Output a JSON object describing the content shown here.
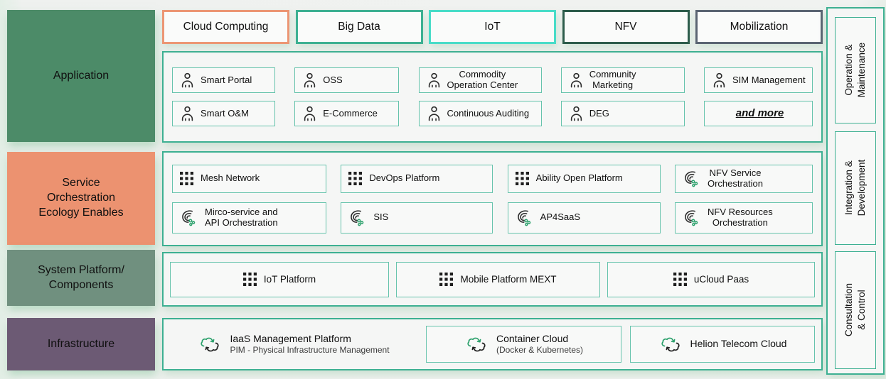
{
  "palette": {
    "row_border": "#3db092",
    "item_border": "#66c3ac",
    "glow": "#96c8a5",
    "application_bg": "#4c8b68",
    "orchestration_bg": "#ec9270",
    "system_bg": "#70907f",
    "infrastructure_bg": "#6c5a74",
    "chip_cloud_computing": "#ec9674",
    "chip_big_data": "#3db092",
    "chip_iot": "#48dcc8",
    "chip_nfv": "#2d5c4b",
    "chip_mobilization": "#5a6472",
    "icon_green": "#2aa06b",
    "icon_dark": "#2b2b2b"
  },
  "top_categories": [
    {
      "label": "Cloud Computing"
    },
    {
      "label": "Big Data"
    },
    {
      "label": "IoT"
    },
    {
      "label": "NFV"
    },
    {
      "label": "Mobilization"
    }
  ],
  "left_labels": [
    {
      "label": "Application"
    },
    {
      "label": "Service\nOrchestration\nEcology Enables"
    },
    {
      "label": "System Platform/\nComponents"
    },
    {
      "label": "Infrastructure"
    }
  ],
  "application": {
    "items": [
      {
        "label": "Smart Portal",
        "icon": "person"
      },
      {
        "label": "OSS",
        "icon": "person"
      },
      {
        "label": "Commodity\nOperation Center",
        "icon": "person"
      },
      {
        "label": "Community\nMarketing",
        "icon": "person"
      },
      {
        "label": "SIM Management",
        "icon": "person"
      },
      {
        "label": "Smart O&M",
        "icon": "person"
      },
      {
        "label": "E-Commerce",
        "icon": "person"
      },
      {
        "label": "Continuous Auditing",
        "icon": "person"
      },
      {
        "label": "DEG",
        "icon": "person"
      },
      {
        "label": "and more",
        "icon": null
      }
    ]
  },
  "orchestration": {
    "items": [
      {
        "label": "Mesh Network",
        "icon": "grid"
      },
      {
        "label": "DevOps Platform",
        "icon": "grid"
      },
      {
        "label": "Ability Open Platform",
        "icon": "grid"
      },
      {
        "label": "NFV Service\nOrchestration",
        "icon": "swirl"
      },
      {
        "label": "Mirco-service and\nAPI Orchestration",
        "icon": "swirl"
      },
      {
        "label": "SIS",
        "icon": "swirl"
      },
      {
        "label": "AP4SaaS",
        "icon": "swirl"
      },
      {
        "label": "NFV Resources\nOrchestration",
        "icon": "swirl"
      }
    ]
  },
  "system_platform": {
    "items": [
      {
        "label": "IoT Platform",
        "icon": "grid"
      },
      {
        "label": "Mobile Platform MEXT",
        "icon": "grid"
      },
      {
        "label": "uCloud Paas",
        "icon": "grid"
      }
    ]
  },
  "infrastructure": {
    "items": [
      {
        "title": "IaaS Management Platform",
        "subtitle": "PIM - Physical Infrastructure Management",
        "icon": "cloud-sync"
      },
      {
        "title": "Container Cloud",
        "subtitle": "(Docker & Kubernetes)",
        "icon": "cloud-sync"
      },
      {
        "title": "Helion Telecom Cloud",
        "subtitle": "",
        "icon": "cloud-sync"
      }
    ]
  },
  "sidebar": [
    {
      "label": "Operation &\nMaintenance"
    },
    {
      "label": "Integration &\nDevelopment"
    },
    {
      "label": "Consultation & Control"
    }
  ]
}
